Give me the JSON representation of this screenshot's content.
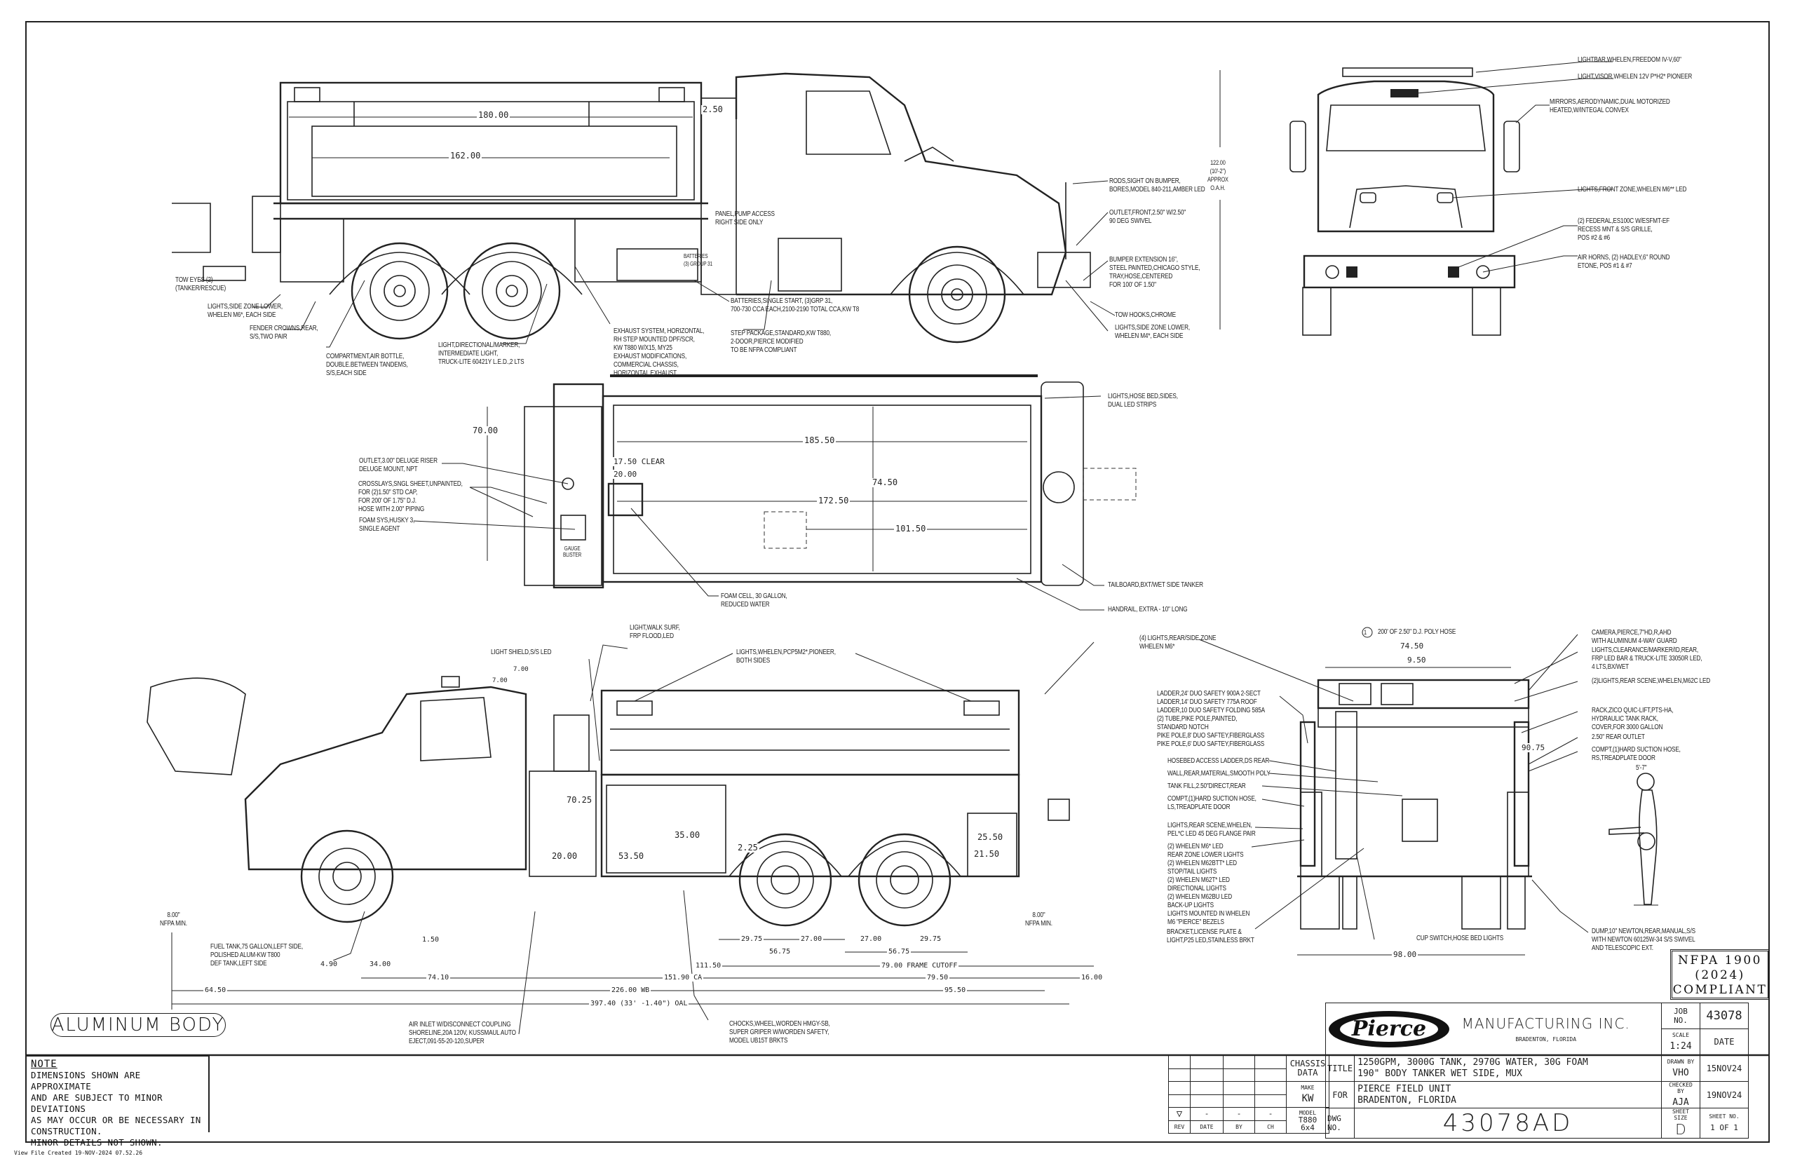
{
  "drawing": {
    "badge_aluminum": "ALUMINUM BODY",
    "nfpa_badge": [
      "NFPA 1900",
      "(2024)",
      "COMPLIANT"
    ],
    "footer": "View File Created 19-NOV-2024 07.52.26",
    "note": {
      "heading": "NOTE",
      "lines": [
        "DIMENSIONS SHOWN ARE APPROXIMATE",
        "AND ARE SUBJECT TO MINOR DEVIATIONS",
        "AS MAY OCCUR OR BE NECESSARY IN",
        "CONSTRUCTION.",
        "MINOR DETAILS NOT SHOWN."
      ]
    }
  },
  "title_block": {
    "logo_text": "Pierce",
    "company": "MANUFACTURING INC.",
    "location": "BRADENTON, FLORIDA",
    "job_no_label": "JOB NO.",
    "job_no": "43078",
    "scale_label": "SCALE",
    "scale": "1:24",
    "date_label": "DATE",
    "drawn_by_label": "DRAWN BY",
    "drawn_by": "VHO",
    "drawn_date": "15NOV24",
    "checked_by_label": "CHECKED BY",
    "checked_by": "AJA",
    "checked_date": "19NOV24",
    "sheet_size_label": "SHEET SIZE",
    "sheet_size": "D",
    "sheet_no_label": "SHEET NO.",
    "sheet_no": "1 OF 1",
    "title_label": "TITLE",
    "title_line1": "1250GPM, 3000G TANK, 2970G WATER, 30G FOAM",
    "title_line2": "190\" BODY TANKER WET SIDE, MUX",
    "for_label": "FOR",
    "for_line1": "PIERCE FIELD UNIT",
    "for_line2": "BRADENTON, FLORIDA",
    "dwg_label": "DWG NO.",
    "dwg_no": "43078AD",
    "chassis_label": "CHASSIS DATA",
    "make_label": "MAKE",
    "make": "KW",
    "model_label": "MODEL",
    "model": "T880 6x4",
    "rev_label": "REV",
    "rev_date_label": "DATE",
    "rev_by_label": "BY",
    "rev_ch_label": "CH",
    "rev_date": "-",
    "rev_by": "-",
    "rev_ch": "-"
  },
  "views": {
    "top_side": {
      "dims": [
        "180.00",
        "162.00",
        "2.50"
      ],
      "callouts": [
        "TOW EYES (2)\n(TANKER/RESCUE)",
        "LIGHTS,SIDE ZONE LOWER,\nWHELEN M6*, EACH SIDE",
        "FENDER CROWNS,REAR,\nS/S,TWO PAIR",
        "COMPARTMENT,AIR BOTTLE,\nDOUBLE.BETWEEN TANDEMS,\nS/S,EACH SIDE",
        "LIGHT,DIRECTIONAL/MARKER,\nINTERMEDIATE LIGHT,\nTRUCK-LITE 60421Y L.E.D.,2 LTS",
        "EXHAUST SYSTEM, HORIZONTAL,\nRH STEP MOUNTED DPF/SCR,\nKW T880 W/X15, MY25\nEXHAUST MODIFICATIONS,\nCOMMERCIAL CHASSIS,\nHORIZONTAL EXHAUST",
        "BATTERIES,SINGLE START, (3)GRP 31,\n700-730 CCA EACH,2100-2190 TOTAL CCA,KW T8",
        "STEP PACKAGE,STANDARD,KW T880,\n2-DOOR,PIERCE MODIFIED\nTO BE NFPA COMPLIANT",
        "PANEL,PUMP ACCESS\nRIGHT SIDE ONLY",
        "RODS,SIGHT ON BUMPER,\nBORES,MODEL 840-211,AMBER LED",
        "OUTLET,FRONT,2.50\" W/2.50\"\n90 DEG SWIVEL",
        "BUMPER EXTENSION 16\",\nSTEEL PAINTED,CHICAGO STYLE,\nTRAY,HOSE,CENTERED\nFOR 100' OF 1.50\"",
        "TOW HOOKS,CHROME",
        "LIGHTS,SIDE ZONE LOWER,\nWHELEN M4*, EACH SIDE"
      ],
      "inline_labels": [
        "BATTERIES",
        "(3) GROUP 31"
      ]
    },
    "front": {
      "height_dim": "122.00\n(10'-2\")\nAPPROX\nO.A.H.",
      "callouts": [
        "LIGHTBAR,WHELEN,FREEDOM IV-V,60\"",
        "LIGHT,VISOR,WHELEN 12V P*H2* PIONEER",
        "MIRRORS,AERODYNAMIC,DUAL MOTORIZED\nHEATED,W/INTEGAL CONVEX",
        "LIGHTS,FRONT ZONE,WHELEN M6** LED",
        "(2) FEDERAL,ES100C W/ESFMT-EF\nRECESS MNT & S/S GRILLE,\nPOS #2 & #6",
        "AIR HORNS, (2) HADLEY,6\" ROUND\nETONE, POS #1 & #7"
      ]
    },
    "plan": {
      "dims": [
        "70.00",
        "185.50",
        "17.50 CLEAR",
        "20.00",
        "74.50",
        "172.50",
        "101.50"
      ],
      "callouts": [
        "OUTLET,3.00\" DELUGE RISER\nDELUGE MOUNT, NPT",
        "CROSSLAYS,SNGL SHEET,UNPAINTED,\nFOR (2)1.50\" STD CAP,\nFOR 200' OF 1.75\" D.J.\nHOSE WITH 2.00\" PIPING",
        "FOAM SYS,HUSKY 3,\nSINGLE AGENT",
        "FOAM CELL, 30 GALLON,\nREDUCED WATER",
        "LIGHTS,HOSE BED,SIDES,\nDUAL LED STRIPS",
        "TAILBOARD,BXT/WET SIDE TANKER",
        "HANDRAIL, EXTRA - 10\" LONG"
      ],
      "inline_labels": [
        "GAUGE\nBLISTER"
      ]
    },
    "bottom_side": {
      "dims": [
        "7.00",
        "7.00",
        "70.25",
        "20.00",
        "35.00",
        "53.50",
        "2.25",
        "25.50",
        "21.50",
        "8.00\"\nNFPA MIN.",
        "8.00\"\nNFPA MIN.",
        "1.50",
        "4.90",
        "34.00",
        "111.50",
        "29.75",
        "27.00",
        "27.00",
        "29.75",
        "56.75",
        "56.75",
        "79.00 FRAME CUTOFF",
        "74.10",
        "151.90 CA",
        "79.50",
        "16.00",
        "64.50",
        "226.00 WB",
        "95.50",
        "397.40 (33' -1.40\") OAL"
      ],
      "callouts": [
        "LIGHT,WALK SURF,\nFRP FLOOD,LED",
        "LIGHT SHIELD,S/S LED",
        "LIGHTS,WHELEN,PCP5M2*,PIONEER,\nBOTH SIDES",
        "FUEL TANK,75 GALLON,LEFT SIDE,\nPOLISHED ALUM-KW T800\nDEF TANK,LEFT SIDE",
        "AIR INLET W/DISCONNECT COUPLING\nSHORELINE,20A 120V, KUSSMAUL AUTO\nEJECT,091-55-20-120,SUPER",
        "CHOCKS,WHEEL,WORDEN HMGY-SB,\nSUPER GRIPER W/WORDEN SAFETY,\nMODEL UB15T BRKTS"
      ]
    },
    "rear": {
      "hose_note": "200' OF 2.50\" D.J. POLY HOSE",
      "hose_marker": "1",
      "dims": [
        "74.50",
        "9.50",
        "90.75",
        "98.00",
        "5'-7\""
      ],
      "callouts_left": [
        "(4) LIGHTS,REAR/SIDE ZONE\nWHELEN M6*",
        "LADDER,24' DUO SAFETY 900A 2-SECT\nLADDER,14' DUO SAFETY 775A ROOF\nLADDER,10 DUO SAFETY FOLDING 585A\n(2) TUBE,PIKE POLE,PAINTED,\nSTANDARD NOTCH\nPIKE POLE,8' DUO SAFTEY,FIBERGLASS\nPIKE POLE,6' DUO SAFTEY,FIBERGLASS",
        "HOSEBED ACCESS LADDER,DS REAR",
        "WALL,REAR,MATERIAL,SMOOTH POLY",
        "TANK FILL,2.50\"DIRECT,REAR",
        "COMPT,(1)HARD SUCTION HOSE,\nLS,TREADPLATE DOOR",
        "LIGHTS,REAR SCENE,WHELEN,\nPEL*C LED 45 DEG FLANGE PAIR",
        "(2) WHELEN M6* LED\nREAR ZONE LOWER LIGHTS\n(2) WHELEN M62BTT* LED\nSTOP/TAIL LIGHTS\n(2) WHELEN M62T* LED\nDIRECTIONAL LIGHTS\n(2) WHELEN M62BU LED\nBACK-UP LIGHTS\nLIGHTS MOUNTED IN WHELEN\nM6 \"PIERCE\" BEZELS",
        "BRACKET,LICENSE PLATE &\nLIGHT,P25 LED,STAINLESS BRKT"
      ],
      "callout_bottom": "CUP SWITCH,HOSE BED LIGHTS",
      "callouts_right": [
        "CAMERA,PIERCE,7\"HD,R,AHD\nWITH ALUMINUM 4-WAY GUARD",
        "LIGHTS,CLEARANCE/MARKER/ID,REAR,\nFRP LED BAR & TRUCK-LITE 33050R LED,\n4 LTS,BX/WET",
        "(2)LIGHTS,REAR SCENE,WHELEN,M62C LED",
        "RACK,ZICO QUIC-LIFT,PTS-HA,\nHYDRAULIC TANK RACK,\nCOVER,FOR 3000 GALLON",
        "2.50\" REAR OUTLET",
        "COMPT,(1)HARD SUCTION HOSE,\nRS,TREADPLATE DOOR",
        "DUMP,10\" NEWTON,REAR,MANUAL,S/S\nWITH NEWTON 60125W-34 S/S SWIVEL\nAND TELESCOPIC EXT."
      ]
    }
  }
}
